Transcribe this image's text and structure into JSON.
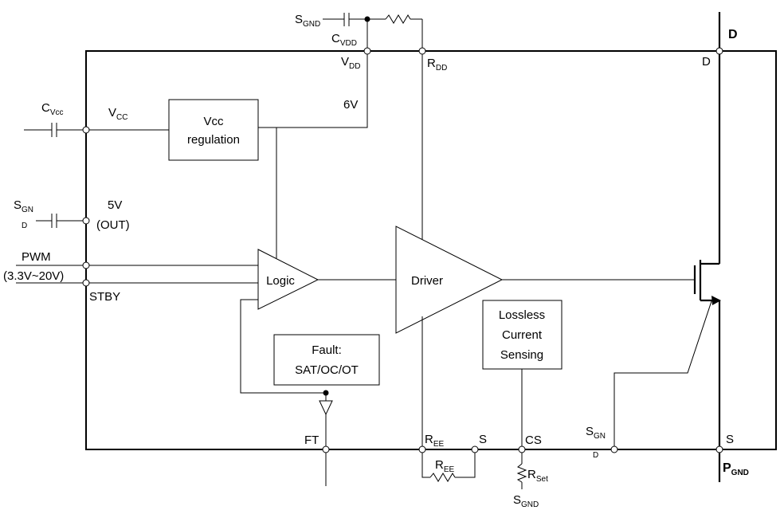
{
  "pins": {
    "vcc": "V",
    "vcc_sub": "CC",
    "vdd": "V",
    "vdd_sub": "DD",
    "rdd": "R",
    "rdd_sub": "DD",
    "d_inner": "D",
    "d_outer": "D",
    "pwm": "PWM",
    "pwm_range": "(3.3V~20V)",
    "stby": "STBY",
    "five_v": "5V",
    "out": "(OUT)",
    "ft": "FT",
    "ree_pin": "R",
    "ree_pin_sub": "EE",
    "s_pin1": "S",
    "cs": "CS",
    "s_pin2": "S",
    "pgnd": "P",
    "pgnd_sub": "GND",
    "sgnd_pin": "S",
    "sgnd_pin_sub": "GN",
    "sgnd_pin_sub2": "D"
  },
  "external": {
    "sgnd_top": "S",
    "sgnd_top_sub": "GND",
    "cvdd": "C",
    "cvdd_sub": "VDD",
    "cvcc": "C",
    "cvcc_sub": "Vcc",
    "sgnd_left": "S",
    "sgnd_left_sub": "GN",
    "sgnd_left_sub2": "D",
    "ree_res": "R",
    "ree_res_sub": "EE",
    "rset": "R",
    "rset_sub": "Set",
    "sgnd_bottom": "S",
    "sgnd_bottom_sub": "GND",
    "six_v": "6V"
  },
  "blocks": {
    "vcc_reg_line1": "Vcc",
    "vcc_reg_line2": "regulation",
    "logic": "Logic",
    "driver": "Driver",
    "fault_line1": "Fault:",
    "fault_line2": "SAT/OC/OT",
    "sense_line1": "Lossless",
    "sense_line2": "Current",
    "sense_line3": "Sensing"
  }
}
